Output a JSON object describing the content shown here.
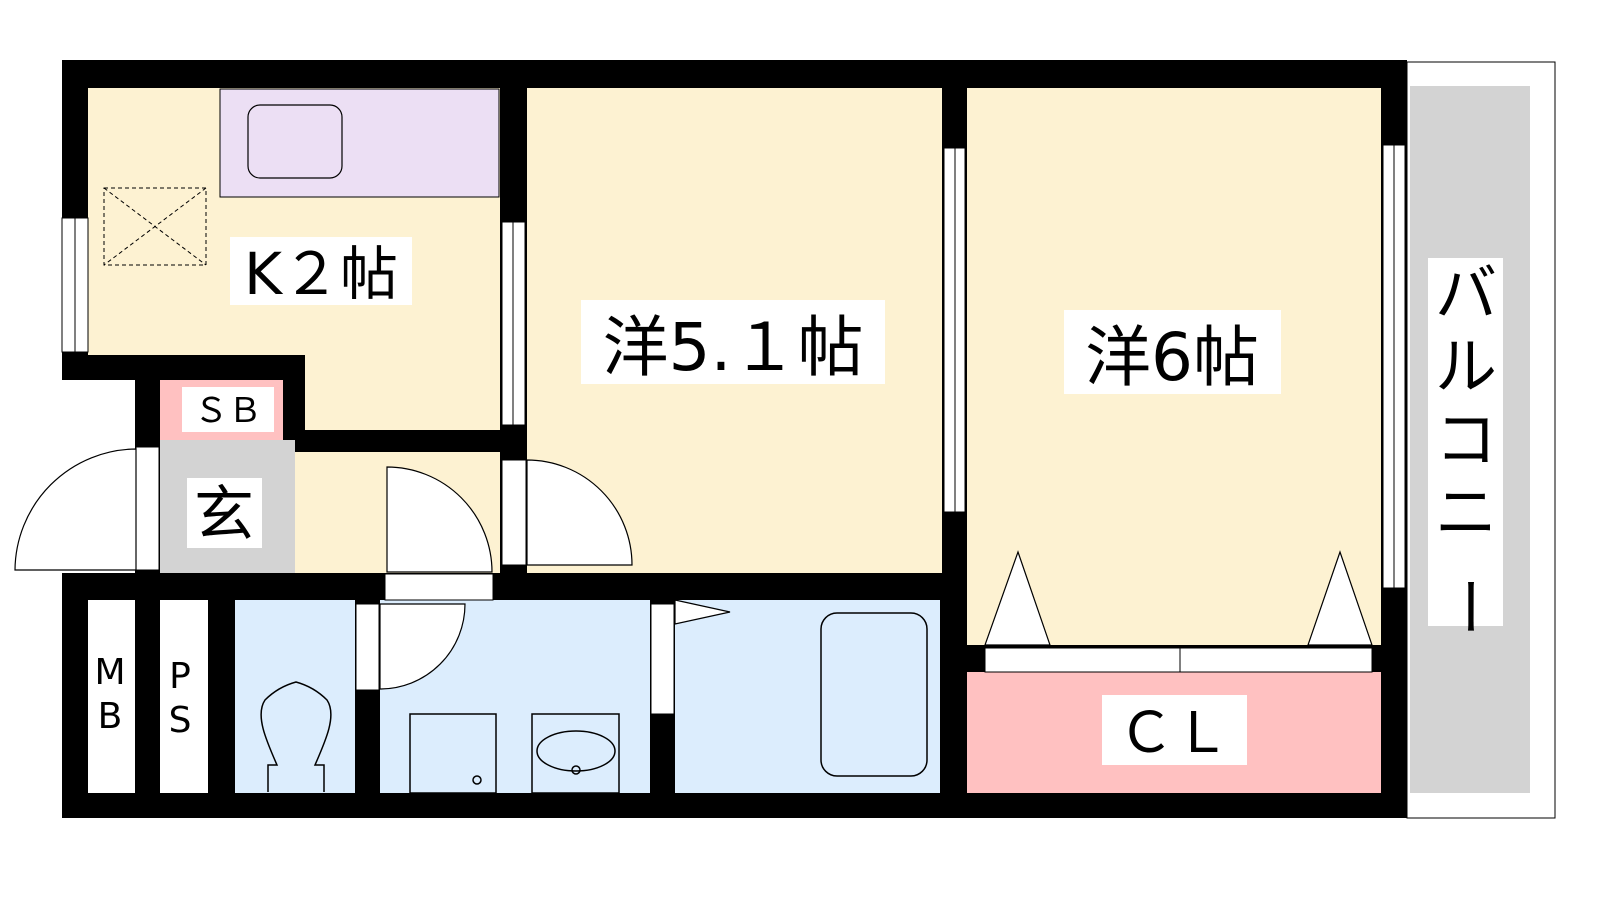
{
  "floor_plan": {
    "rooms": {
      "kitchen": "K２帖",
      "western_room_1": "洋5.１帖",
      "western_room_2": "洋6帖",
      "entrance": "玄",
      "shoe_box": "ＳＢ",
      "closet": "ＣＬ",
      "meter_box_1": "M",
      "meter_box_2": "B",
      "pipe_space_1": "P",
      "pipe_space_2": "S",
      "balcony": [
        "バ",
        "ル",
        "コ",
        "ニ",
        "ー"
      ]
    },
    "colors": {
      "room_floor": "#fdf2d2",
      "wet_area": "#dcedfd",
      "closet": "#ffc1c1",
      "entrance": "#d3d3d3",
      "kitchen_counter": "#ecdff4",
      "balcony": "#d3d3d3",
      "wall": "#000000"
    }
  }
}
